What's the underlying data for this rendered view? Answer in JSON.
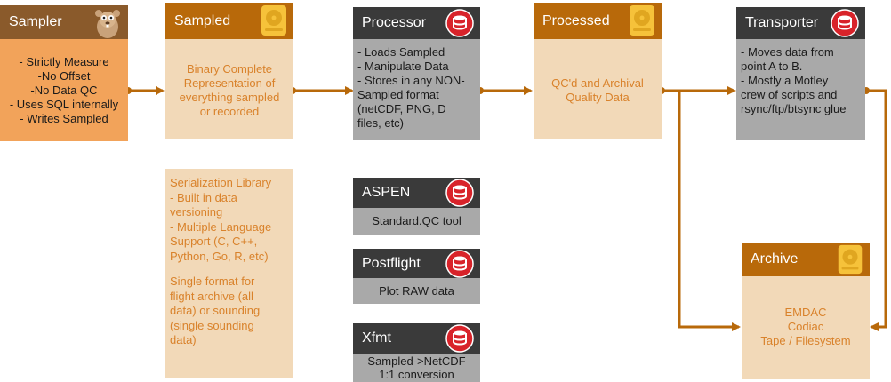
{
  "sampler": {
    "title": "Sampler",
    "lines": [
      "- Strictly Measure",
      "-No Offset",
      "-No Data QC",
      "- Uses SQL internally",
      "- Writes Sampled"
    ]
  },
  "sampled": {
    "title": "Sampled",
    "lines": [
      "Binary Complete",
      "Representation of",
      "everything sampled",
      "or recorded"
    ]
  },
  "serialization": {
    "lines": [
      "Serialization Library",
      "- Built in data",
      "versioning",
      "- Multiple Language",
      "Support (C, C++,",
      "Python, Go, R, etc)",
      "",
      "Single format for",
      "flight archive (all",
      "data) or sounding",
      "(single sounding",
      "data)"
    ]
  },
  "processor": {
    "title": "Processor",
    "lines": [
      "- Loads Sampled",
      "- Manipulate Data",
      "- Stores in any NON-",
      "Sampled format",
      "(netCDF, PNG, D",
      "files, etc)"
    ]
  },
  "aspen": {
    "title": "ASPEN",
    "text": "Standard.QC tool"
  },
  "postflight": {
    "title": "Postflight",
    "text": "Plot RAW data"
  },
  "xfmt": {
    "title": "Xfmt",
    "lines": [
      "Sampled->NetCDF",
      "1:1 conversion"
    ]
  },
  "processed": {
    "title": "Processed",
    "lines": [
      "QC'd and Archival",
      "Quality Data"
    ]
  },
  "transporter": {
    "title": "Transporter",
    "lines": [
      "- Moves data from",
      "point A to B.",
      "- Mostly a Motley",
      "crew of scripts and",
      "rsync/ftp/btsync glue"
    ]
  },
  "archive": {
    "title": "Archive",
    "lines": [
      "EMDAC",
      "Codiac",
      "Tape / Filesystem"
    ]
  },
  "colors": {
    "arrow": "#b8690a",
    "header_brown": "#8a5a2b",
    "header_gold": "#b8690a",
    "header_dark": "#3a3a3a",
    "body_orange": "#f2a35a",
    "body_peach": "#f2d9b8",
    "body_gray": "#a9a9a9",
    "text_orange": "#d9822b",
    "db_red": "#d8232a"
  },
  "icons": {
    "sampler": "gopher-mascot-icon",
    "sampled": "hard-drive-icon",
    "processor": "database-icon",
    "processed": "hard-drive-icon",
    "transporter": "database-icon",
    "aspen": "database-icon",
    "postflight": "database-icon",
    "xfmt": "database-icon",
    "archive": "hard-drive-icon"
  }
}
